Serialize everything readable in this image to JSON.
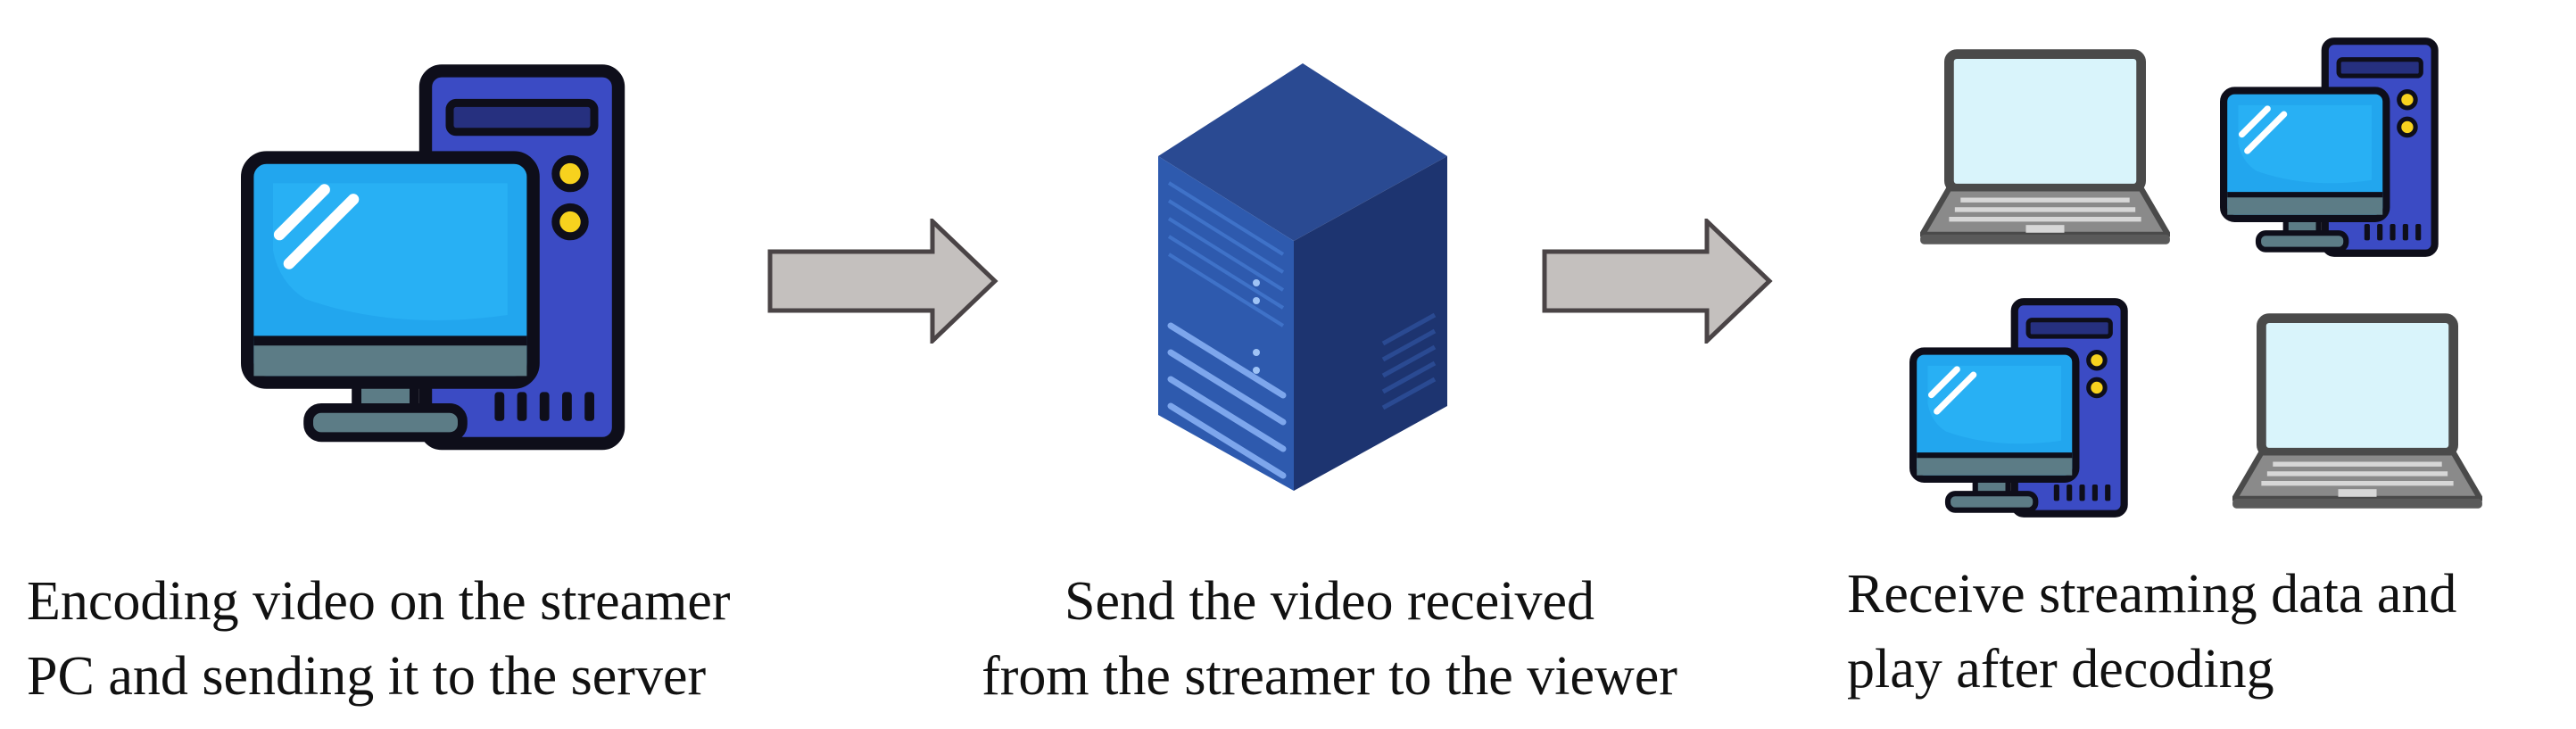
{
  "stages": [
    {
      "icon": "desktop-computer-icon",
      "caption": [
        "Encoding video on the streamer",
        "PC and sending it to the server"
      ]
    },
    {
      "icon": "server-icon",
      "caption": [
        "Send the video received",
        "from the streamer to the viewer"
      ]
    },
    {
      "icons": [
        "laptop-icon",
        "desktop-computer-icon",
        "desktop-computer-icon",
        "laptop-icon"
      ],
      "caption": [
        "Receive streaming data and",
        "play after decoding"
      ]
    }
  ],
  "colors": {
    "tower_blue": "#3B4BC4",
    "screen_blue": "#22A6EE",
    "server_navy": "#1D3470",
    "arrow_gray": "#C4C0BE",
    "laptop_screen": "#D9F4FB",
    "laptop_body": "#8A8A8A"
  }
}
